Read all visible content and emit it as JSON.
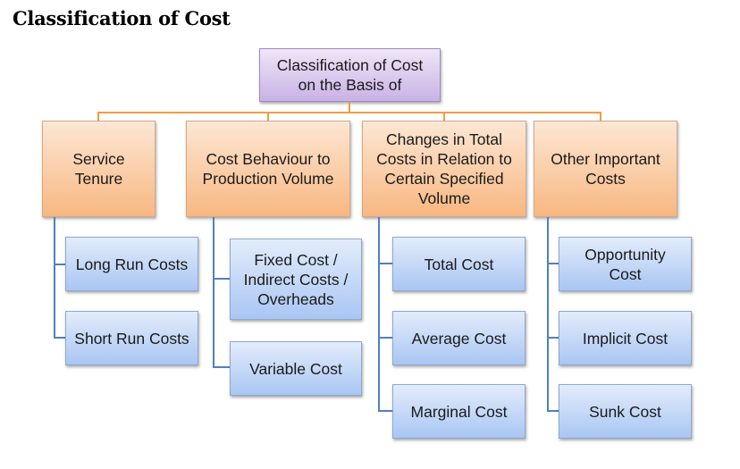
{
  "title": "Classification of Cost",
  "root": {
    "label": "Classification of Cost on the Basis of"
  },
  "categories": [
    {
      "label": "Service Tenure",
      "children": [
        "Long Run Costs",
        "Short Run Costs"
      ]
    },
    {
      "label": "Cost Behaviour to Production Volume",
      "children": [
        "Fixed Cost / Indirect Costs / Overheads",
        "Variable Cost"
      ]
    },
    {
      "label": "Changes in Total Costs in Relation to Certain Specified Volume",
      "children": [
        "Total Cost",
        "Average Cost",
        "Marginal Cost"
      ]
    },
    {
      "label": "Other Important Costs",
      "children": [
        "Opportunity Cost",
        "Implicit Cost",
        "Sunk Cost"
      ]
    }
  ],
  "colors": {
    "root_fill": "#c9b2e6",
    "category_fill": "#f8b781",
    "leaf_fill": "#a9c6f3",
    "orange_connector": "#f59a45",
    "blue_connector": "#4f81bd"
  }
}
